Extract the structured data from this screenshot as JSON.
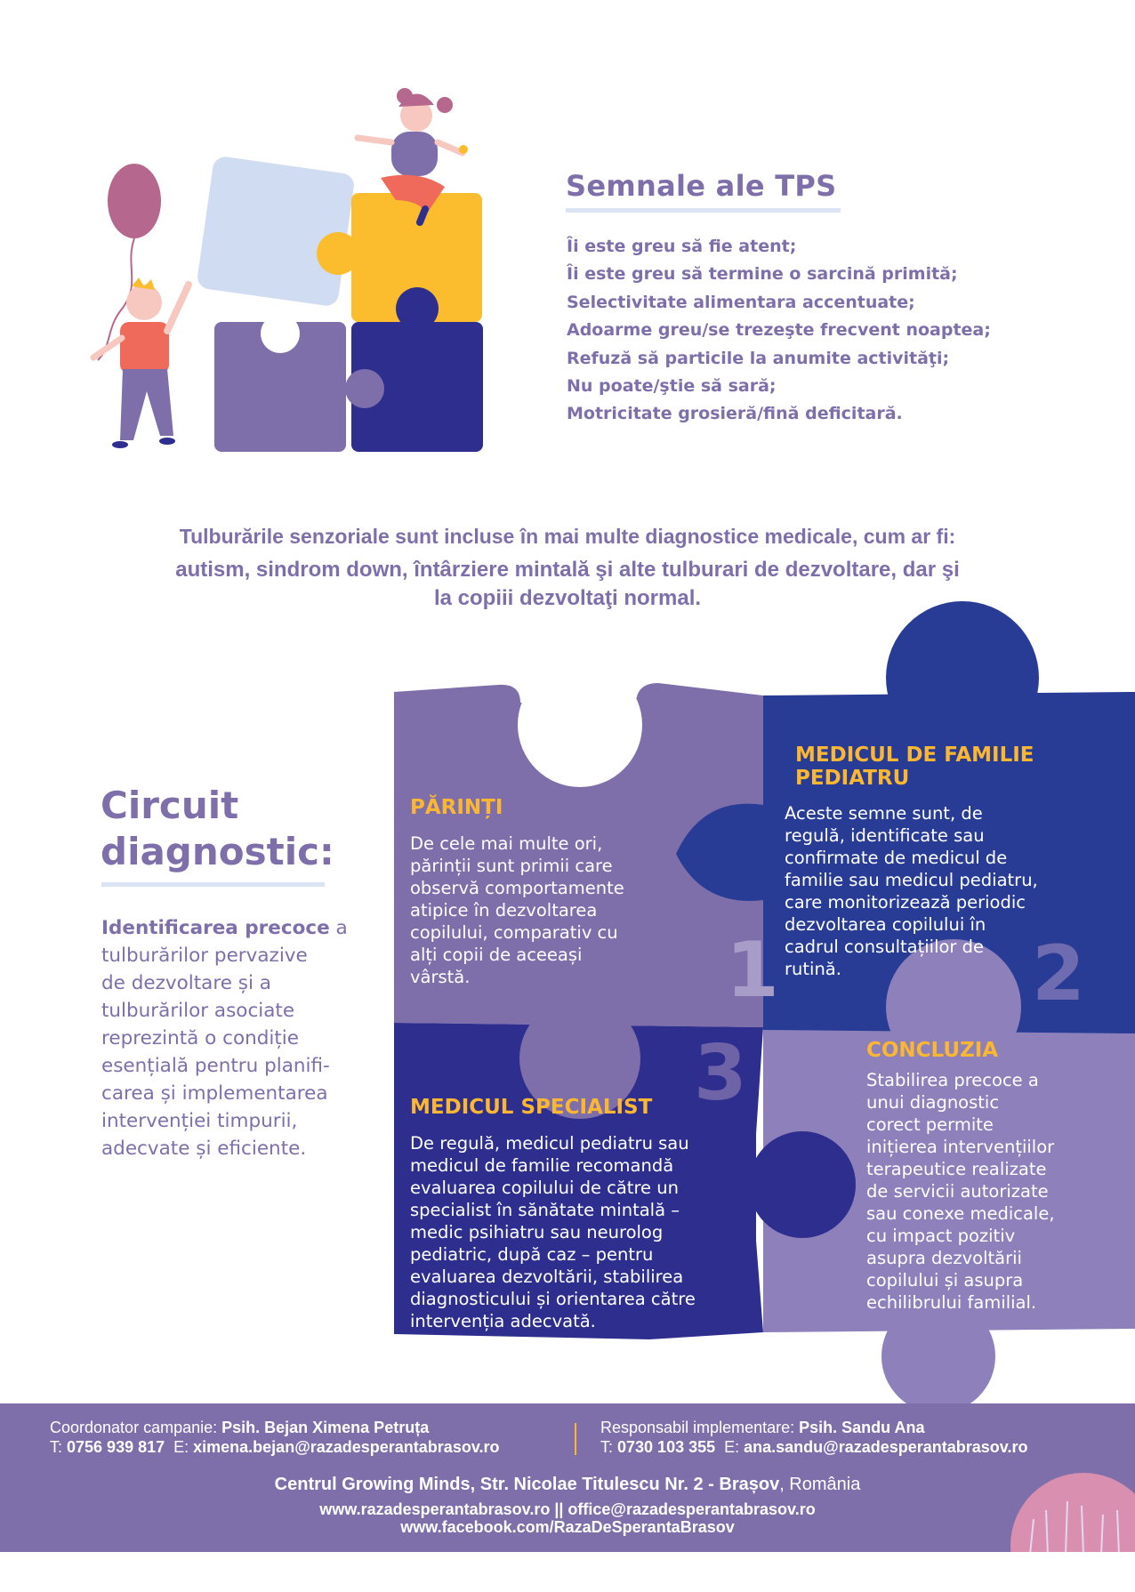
{
  "signs": {
    "title": "Semnale ale TPS",
    "items": [
      "Îi este greu să fie atent;",
      "Îi este greu să termine o sarcină primită;",
      "Selectivitate alimentara accentuate;",
      "Adoarme greu/se trezeşte frecvent noaptea;",
      "Refuză să particile la anumite activităţi;",
      "Nu poate/ştie să sară;",
      "Motricitate grosieră/fină deficitară."
    ]
  },
  "intro": {
    "line1": "Tulburările senzoriale sunt incluse în mai multe diagnostice medicale, cum ar fi:",
    "line2": "autism, sindrom down, întârziere mintală şi alte tulburari de dezvoltare, dar şi\nla copiii dezvoltaţi normal."
  },
  "circuit": {
    "title": "Circuit\ndiagnostic:",
    "body_bold": "Identificarea precoce",
    "body_rest": " a\ntulburărilor pervazive\nde dezvoltare și a\ntulburărilor asociate\nreprezintă o condiție\nesențială pentru planifi-\ncarea și implementarea\nintervenției timpurii,\nadecvate și eficiente."
  },
  "pieces": [
    {
      "number": "1",
      "title": "PĂRINȚI",
      "body": "De cele mai multe ori,\npărinții sunt primii care\nobservă comportamente\natipice în dezvoltarea\ncopilului, comparativ cu\nalți copii de aceeași\nvârstă."
    },
    {
      "number": "2",
      "title": "MEDICUL DE FAMILIE\nPEDIATRU",
      "body": "Aceste semne sunt, de\nregulă, identificate sau\nconfirmate de medicul de\nfamilie sau medicul pediatru,\ncare monitorizează periodic\ndezvoltarea copilului în\ncadrul consultațiilor de\nrutină."
    },
    {
      "number": "3",
      "title": "MEDICUL SPECIALIST",
      "body": "De regulă, medicul pediatru sau\nmedicul de familie recomandă\nevaluarea copilului de către un\nspecialist în sănătate mintală –\nmedic psihiatru sau neurolog\npediatric, după caz – pentru\nevaluarea dezvoltării, stabilirea\ndiagnosticului și orientarea către\nintervenția adecvată."
    },
    {
      "title": "CONCLUZIA",
      "body": "Stabilirea precoce a\nunui diagnostic\ncorect permite\ninițierea intervențiilor\nterapeutice realizate\nde servicii autorizate\nsau conexe medicale,\ncu impact pozitiv\nasupra dezvoltării\ncopilului și asupra\nechilibrului familial."
    }
  ],
  "footer": {
    "left_label": "Coordonator campanie: ",
    "left_name": "Psih. Bejan Ximena Petruța",
    "left_phone_label": "T: ",
    "left_phone": "0756 939 817",
    "left_email_label": "  E: ",
    "left_email": "ximena.bejan@razadesperantabrasov.ro",
    "right_label": "Responsabil implementare: ",
    "right_name": "Psih. Sandu Ana",
    "right_phone_label": "T: ",
    "right_phone": "0730 103 355",
    "right_email_label": "  E: ",
    "right_email": "ana.sandu@razadesperantabrasov.ro",
    "address_bold": "Centrul Growing Minds, Str. Nicolae Titulescu Nr. 2 - Brașov",
    "address_rest": ", România",
    "web_line": "www.razadesperantabrasov.ro || office@razadesperantabrasov.ro",
    "facebook": "www.facebook.com/RazaDeSperantaBrasov"
  },
  "colors": {
    "purple": "#7e6fab",
    "navy": "#283c96",
    "indigo": "#2e2e8e",
    "lavender": "#8d80bb",
    "yellow": "#fbb731",
    "pink": "#d98fb0"
  }
}
